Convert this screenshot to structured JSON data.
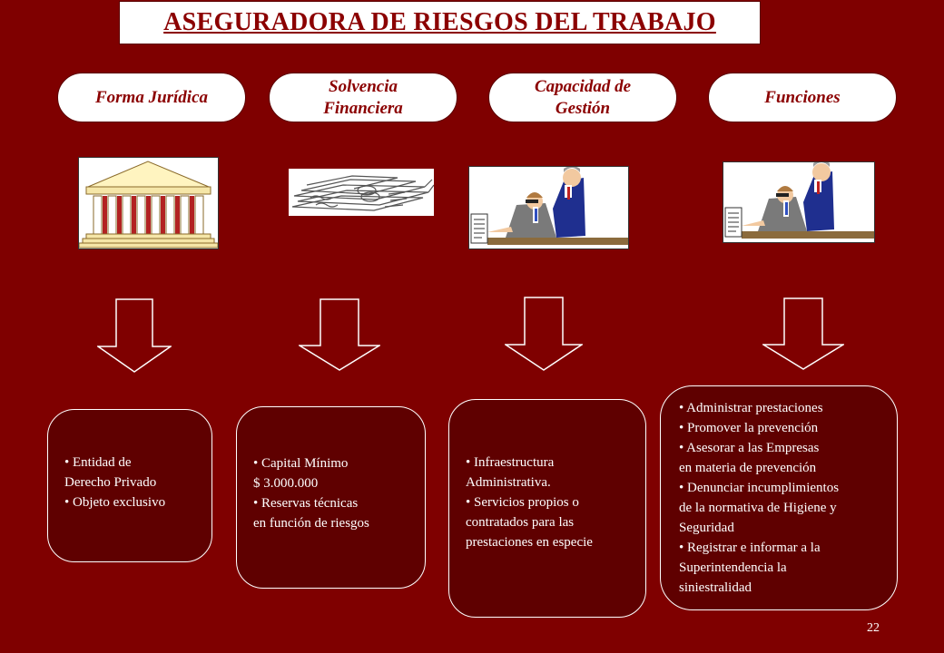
{
  "title": "ASEGURADORA DE RIESGOS DEL TRABAJO",
  "headers": [
    {
      "label": "Forma Jurídica"
    },
    {
      "label": "Solvencia\nFinanciera"
    },
    {
      "label": "Capacidad de\nGestión"
    },
    {
      "label": "Funciones"
    }
  ],
  "boxes": [
    {
      "items": [
        "• Entidad de\nDerecho Privado",
        "• Objeto exclusivo"
      ]
    },
    {
      "items": [
        "• Capital Mínimo\n$ 3.000.000",
        "• Reservas técnicas\nen función de riesgos"
      ]
    },
    {
      "items": [
        "• Infraestructura\nAdministrativa.",
        "• Servicios propios o\ncontratados para las\nprestaciones en especie"
      ]
    },
    {
      "items": [
        "• Administrar prestaciones",
        "• Promover la prevención",
        "• Asesorar a las Empresas\nen materia de prevención",
        "• Denunciar incumplimientos\nde la normativa de Higiene y\nSeguridad",
        "• Registrar e informar a la\nSuperintendencia la\nsiniestralidad"
      ]
    }
  ],
  "page_number": "22",
  "colors": {
    "background": "#7f0000",
    "box_fill": "#5f0000",
    "accent_text": "#8b0000"
  },
  "images": [
    "courthouse-icon",
    "banknotes-icon",
    "business-meeting-icon",
    "business-meeting-icon"
  ]
}
